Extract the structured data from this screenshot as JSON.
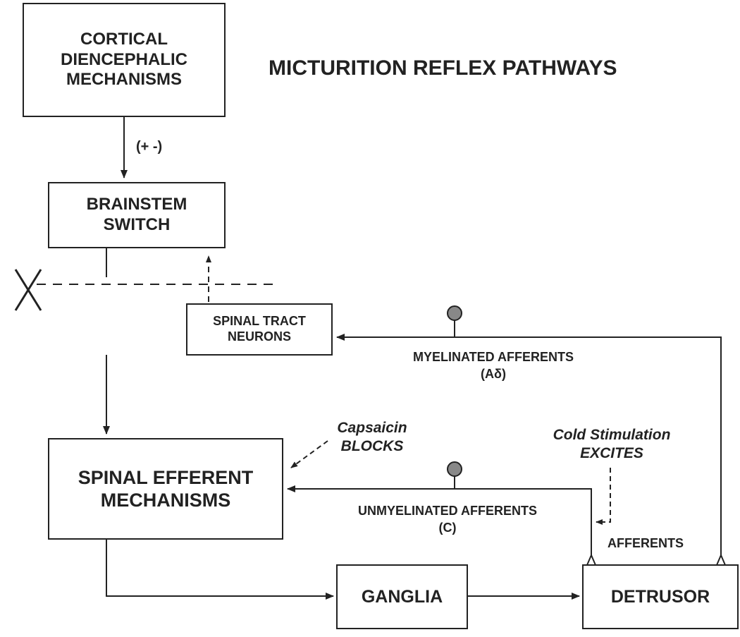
{
  "title": "MICTURITION REFLEX PATHWAYS",
  "boxes": {
    "cortical": [
      "CORTICAL",
      "DIENCEPHALIC",
      "MECHANISMS"
    ],
    "brainstem": [
      "BRAINSTEM",
      "SWITCH"
    ],
    "spinal_tract": [
      "SPINAL TRACT",
      "NEURONS"
    ],
    "spinal_efferent": [
      "SPINAL EFFERENT",
      "MECHANISMS"
    ],
    "ganglia": "GANGLIA",
    "detrusor": "DETRUSOR"
  },
  "labels": {
    "plus_minus": "(+ -)",
    "myelinated": [
      "MYELINATED AFFERENTS",
      "(Aδ)"
    ],
    "unmyelinated": [
      "UNMYELINATED AFFERENTS",
      "(C)"
    ],
    "capsaicin": [
      "Capsaicin",
      "BLOCKS"
    ],
    "cold": [
      "Cold Stimulation",
      "EXCITES"
    ],
    "afferents": "AFFERENTS"
  }
}
